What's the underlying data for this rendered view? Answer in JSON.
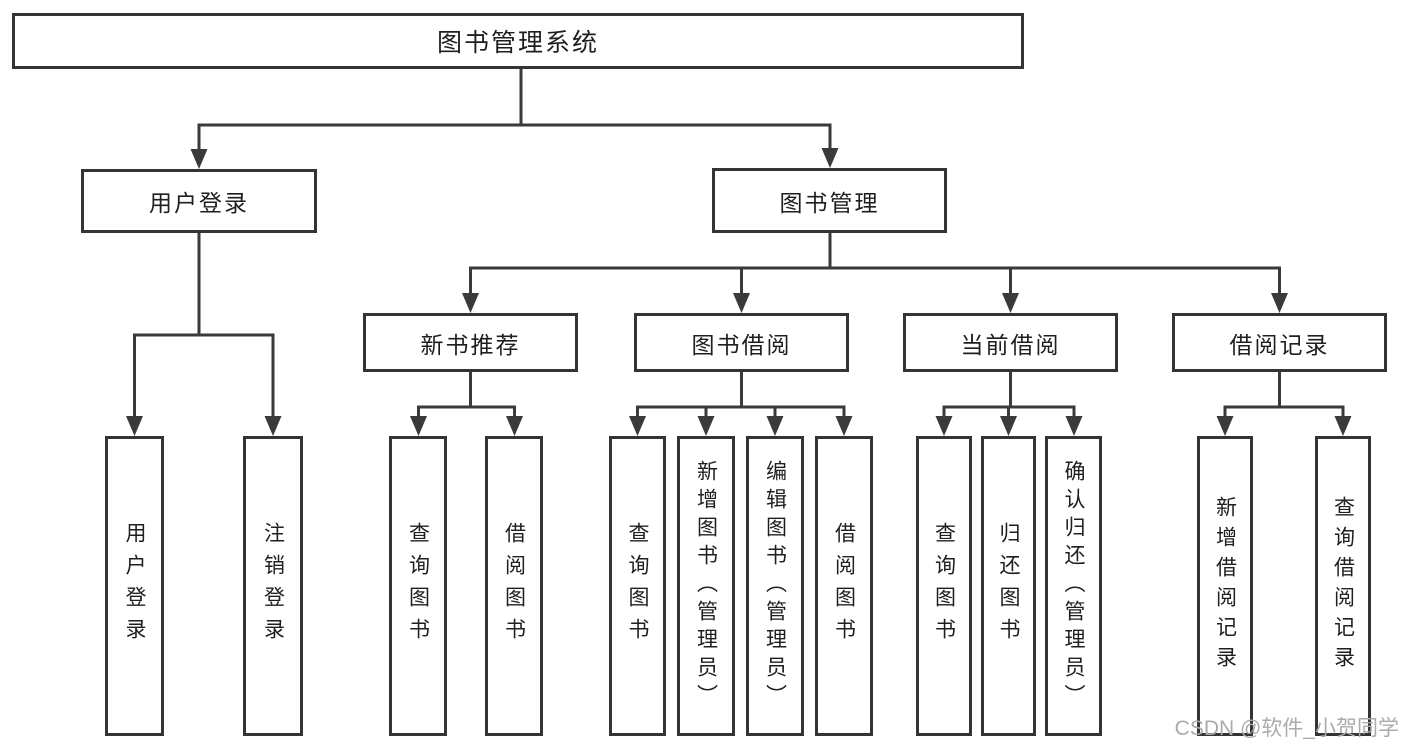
{
  "tree": {
    "root": {
      "label": "图书管理系统",
      "children": [
        {
          "label": "用户登录",
          "children": [
            {
              "label": "用户登录"
            },
            {
              "label": "注销登录"
            }
          ]
        },
        {
          "label": "图书管理",
          "children": [
            {
              "label": "新书推荐",
              "children": [
                {
                  "label": "查询图书"
                },
                {
                  "label": "借阅图书"
                }
              ]
            },
            {
              "label": "图书借阅",
              "children": [
                {
                  "label": "查询图书"
                },
                {
                  "label": "新增图书（管理员）"
                },
                {
                  "label": "编辑图书（管理员）"
                },
                {
                  "label": "借阅图书"
                }
              ]
            },
            {
              "label": "当前借阅",
              "children": [
                {
                  "label": "查询图书"
                },
                {
                  "label": "归还图书"
                },
                {
                  "label": "确认归还（管理员）"
                }
              ]
            },
            {
              "label": "借阅记录",
              "children": [
                {
                  "label": "新增借阅记录"
                },
                {
                  "label": "查询借阅记录"
                }
              ]
            }
          ]
        }
      ]
    }
  },
  "watermark": "CSDN @软件_小贺同学",
  "colors": {
    "line": "#3a3a3a",
    "box_border": "#343434",
    "text": "#1f1f1f",
    "watermark": "#ababab",
    "background": "#ffffff"
  }
}
